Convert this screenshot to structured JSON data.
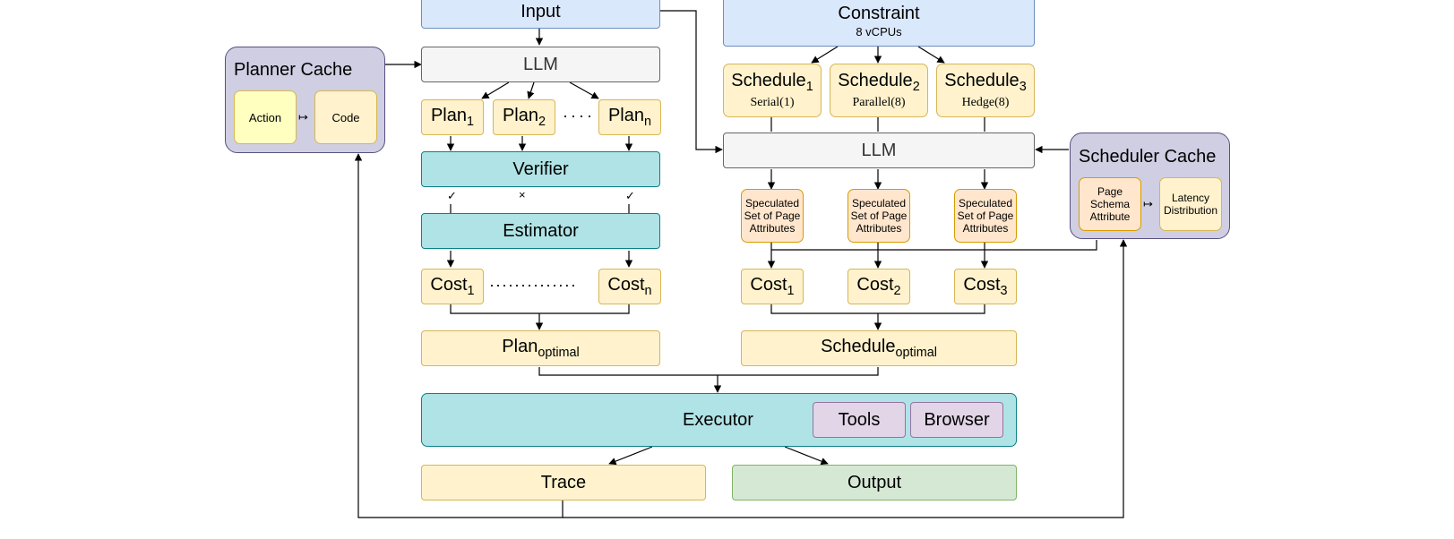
{
  "input": "Input",
  "constraint": {
    "title": "Constraint",
    "sub": "8 vCPUs"
  },
  "planner_llm": "LLM",
  "scheduler_llm": "LLM",
  "planner_cache": {
    "title": "Planner Cache",
    "key": "Action",
    "map": "↦",
    "value": "Code"
  },
  "scheduler_cache": {
    "title": "Scheduler Cache",
    "key": "Page Schema Attribute",
    "map": "↦",
    "value": "Latency Distribution"
  },
  "plans": [
    {
      "base": "Plan",
      "sub": "1"
    },
    {
      "base": "Plan",
      "sub": "2"
    },
    {
      "base": "Plan",
      "sub": "n"
    }
  ],
  "plan_dots": "····",
  "verifier": "Verifier",
  "verify_marks": [
    "✓",
    "×",
    "✓"
  ],
  "estimator": "Estimator",
  "plan_costs": [
    {
      "base": "Cost",
      "sub": "1"
    },
    {
      "base": "Cost",
      "sub": "n"
    }
  ],
  "cost_dots": "··············",
  "plan_optimal": {
    "base": "Plan",
    "sub": "optimal"
  },
  "schedules": [
    {
      "base": "Schedule",
      "sub": "1",
      "detail": "Serial(1)"
    },
    {
      "base": "Schedule",
      "sub": "2",
      "detail": "Parallel(8)"
    },
    {
      "base": "Schedule",
      "sub": "3",
      "detail": "Hedge(8)"
    }
  ],
  "speculated": [
    "Speculated Set of Page Attributes",
    "Speculated Set of Page Attributes",
    "Speculated Set of Page Attributes"
  ],
  "schedule_costs": [
    {
      "base": "Cost",
      "sub": "1"
    },
    {
      "base": "Cost",
      "sub": "2"
    },
    {
      "base": "Cost",
      "sub": "3"
    }
  ],
  "schedule_optimal": {
    "base": "Schedule",
    "sub": "optimal"
  },
  "executor": {
    "title": "Executor",
    "tools": "Tools",
    "browser": "Browser"
  },
  "trace": "Trace",
  "output": "Output",
  "colors": {
    "blue": "#dae8fc",
    "gray": "#f5f5f5",
    "yellow": "#fff2cc",
    "teal": "#b0e3e6",
    "green": "#d5e8d4",
    "lavender": "#d0cee2",
    "purple": "#e1d5e7"
  }
}
